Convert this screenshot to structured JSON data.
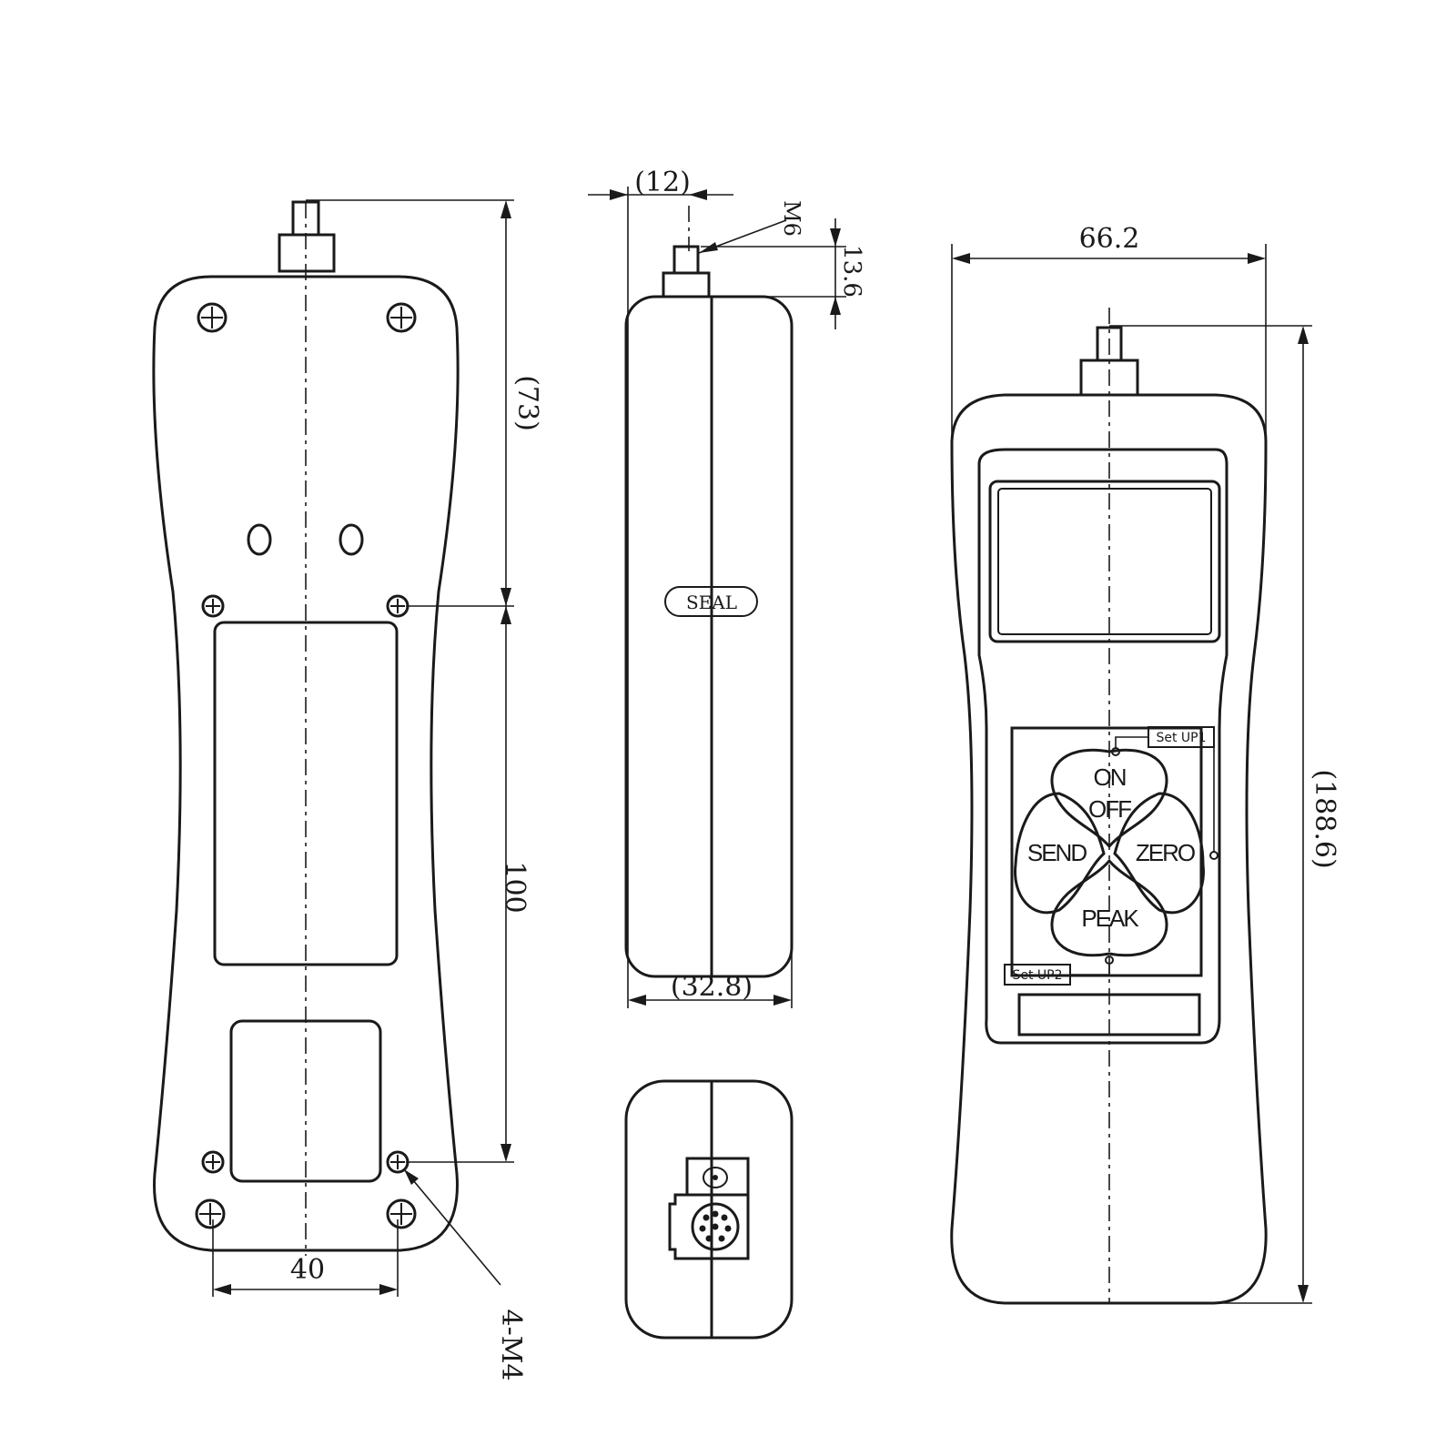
{
  "dimensions": {
    "back_view": {
      "top_offset": "(73)",
      "hole_spacing_vertical": "100",
      "hole_spacing_horizontal": "40",
      "thread_callout": "4-M4"
    },
    "side_view": {
      "shaft_offset": "(12)",
      "thread": "M6",
      "shaft_length": "13.6",
      "depth": "(32.8)",
      "seal_label": "SEAL"
    },
    "front_view": {
      "width": "66.2",
      "height": "(188.6)"
    }
  },
  "keypad": {
    "on": "ON",
    "off": "OFF",
    "send": "SEND",
    "zero": "ZERO",
    "peak": "PEAK",
    "setup1": "Set UP1",
    "setup2": "Set UP2"
  }
}
